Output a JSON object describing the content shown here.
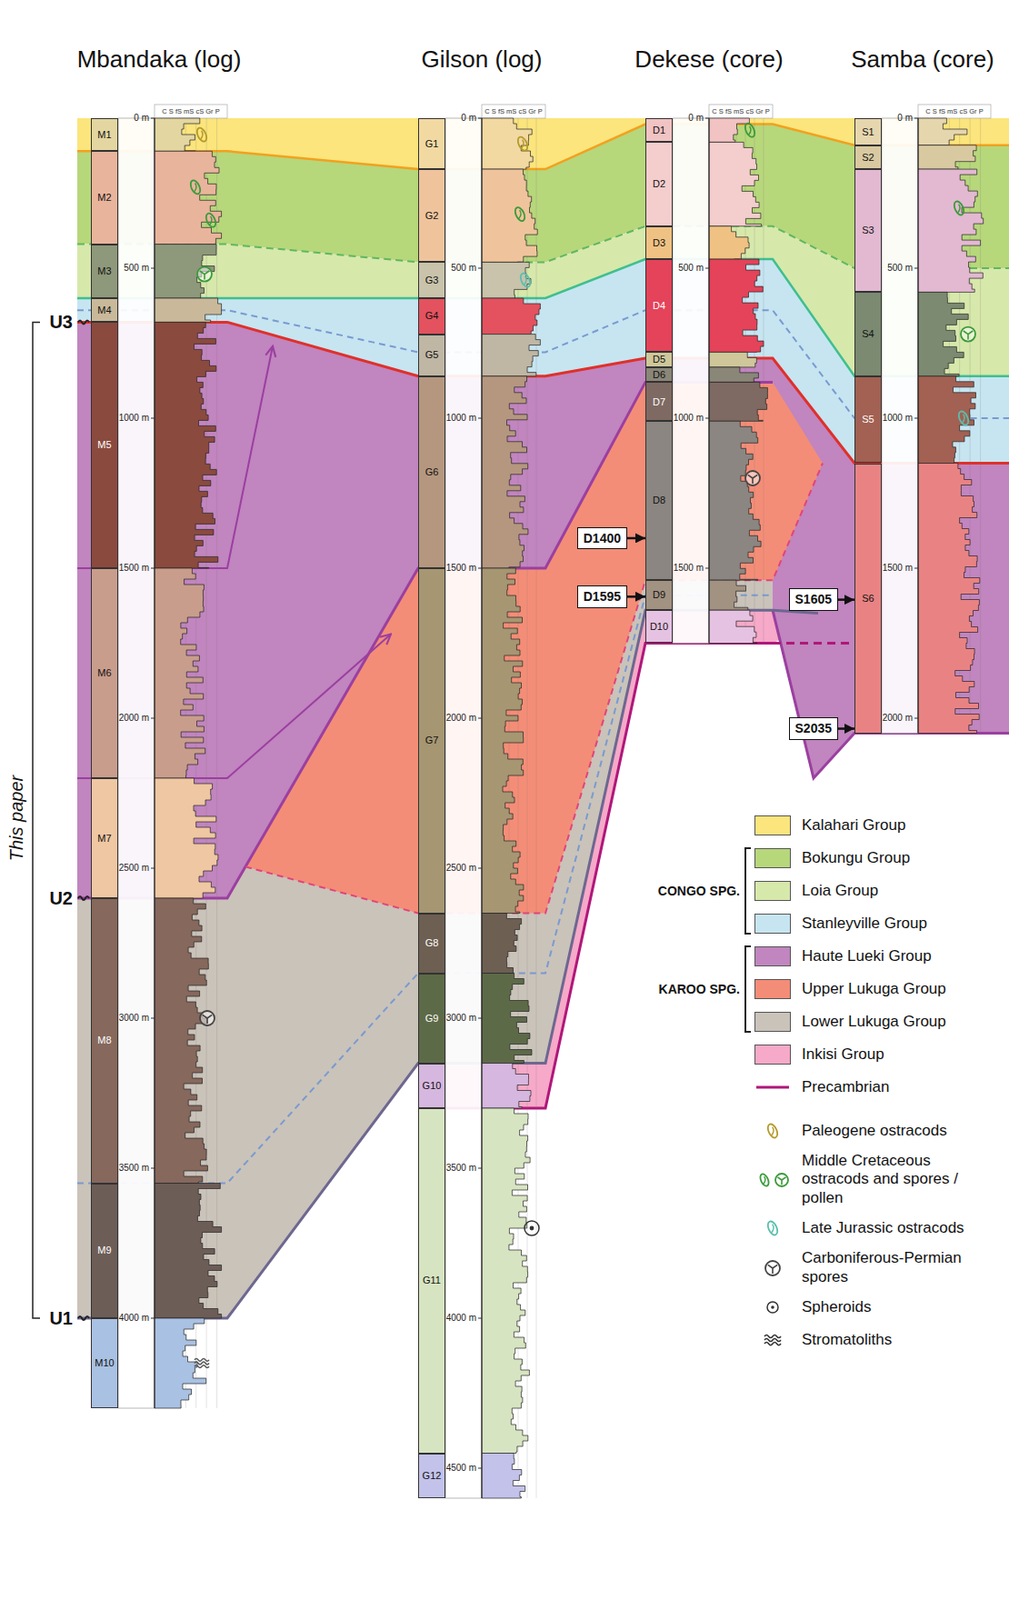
{
  "diagram": {
    "nodes": [
      {
        "text": [
          "M1"
        ]
      },
      {
        "text": [
          "M2"
        ]
      },
      {
        "text": [
          "M3"
        ]
      },
      {
        "text": [
          "M4"
        ]
      },
      {
        "text": [
          "M5"
        ]
      },
      {
        "text": [
          "M6"
        ]
      },
      {
        "text": [
          "M7"
        ]
      },
      {
        "text": [
          "M8"
        ]
      },
      {
        "text": [
          "M9"
        ]
      },
      {
        "text": [
          "M10"
        ]
      },
      {
        "text": [
          "G1"
        ]
      },
      {
        "text": [
          "G2"
        ]
      },
      {
        "text": [
          "G3"
        ]
      },
      {
        "text": [
          "G4"
        ]
      },
      {
        "text": [
          "G5"
        ]
      },
      {
        "text": [
          "G6"
        ]
      },
      {
        "text": [
          "G7"
        ]
      },
      {
        "text": [
          "G8"
        ]
      },
      {
        "text": [
          "G9"
        ]
      },
      {
        "text": [
          "G10"
        ]
      },
      {
        "text": [
          "G11"
        ]
      },
      {
        "text": [
          "G12"
        ]
      },
      {
        "text": [
          "D1"
        ]
      },
      {
        "text": [
          "D2"
        ]
      },
      {
        "text": [
          "D3"
        ]
      },
      {
        "text": [
          "D4"
        ]
      },
      {
        "text": [
          "D5"
        ]
      },
      {
        "text": [
          "D6"
        ]
      },
      {
        "text": [
          "D7"
        ]
      },
      {
        "text": [
          "D8"
        ]
      },
      {
        "text": [
          "D9"
        ]
      },
      {
        "text": [
          "D10"
        ]
      },
      {
        "text": [
          "S1"
        ]
      },
      {
        "text": [
          "S2"
        ]
      },
      {
        "text": [
          "S3"
        ]
      },
      {
        "text": [
          "S4"
        ]
      },
      {
        "text": [
          "S5"
        ]
      },
      {
        "text": [
          "S6"
        ]
      },
      {
        "text": [
          "D1400"
        ]
      },
      {
        "text": [
          "D1595"
        ]
      },
      {
        "text": [
          "S1605"
        ]
      },
      {
        "text": [
          "S2035"
        ]
      }
    ],
    "edges": [
      {
        "from": 38,
        "to": 29,
        "arrow": "to"
      },
      {
        "from": 39,
        "to": 30,
        "arrow": "to"
      },
      {
        "from": 40,
        "to": 37,
        "arrow": "to"
      },
      {
        "from": 41,
        "to": 37,
        "arrow": "to"
      }
    ],
    "labels": [
      "Mbandaka (log)",
      "C S fS mS cS Gr P",
      "0 m",
      "500 m",
      "1000 m",
      "1500 m",
      "2000 m",
      "2500 m",
      "3000 m",
      "3500 m",
      "4000 m",
      "Gilson (log)",
      "C S fS mS cS Gr P",
      "0 m",
      "500 m",
      "1000 m",
      "1500 m",
      "2000 m",
      "2500 m",
      "3000 m",
      "3500 m",
      "4000 m",
      "4500 m",
      "Dekese (core)",
      "C S fS mS cS Gr P",
      "0 m",
      "500 m",
      "1000 m",
      "1500 m",
      "Samba (core)",
      "C S fS mS cS Gr P",
      "0 m",
      "500 m",
      "1000 m",
      "1500 m",
      "2000 m",
      "U3",
      "U2",
      "U1",
      "This paper",
      "CONGO SPG.",
      "KAROO SPG."
    ],
    "legend": [
      {
        "text": "Kalahari Group",
        "color": "#fbe57c"
      },
      {
        "text": "Bokungu Group",
        "color": "#b7d77b"
      },
      {
        "text": "Loia Group",
        "color": "#d7e8ab"
      },
      {
        "text": "Stanleyville Group",
        "color": "#c6e5f1"
      },
      {
        "text": "Haute Lueki Group",
        "color": "#c185bf"
      },
      {
        "text": "Upper Lukuga Group",
        "color": "#f48d77"
      },
      {
        "text": "Lower Lukuga Group",
        "color": "#cac3ba"
      },
      {
        "text": "Inkisi Group",
        "color": "#f6a9c8"
      },
      {
        "text": "Precambrian"
      },
      {
        "text": "Paleogene ostracods"
      },
      {
        "text": "Middle Cretaceous ostracods and spores / pollen"
      },
      {
        "text": "Late Jurassic ostracods"
      },
      {
        "text": "Carboniferous-Permian spores"
      },
      {
        "text": "Spheroids"
      },
      {
        "text": "Stromatoliths"
      }
    ]
  }
}
